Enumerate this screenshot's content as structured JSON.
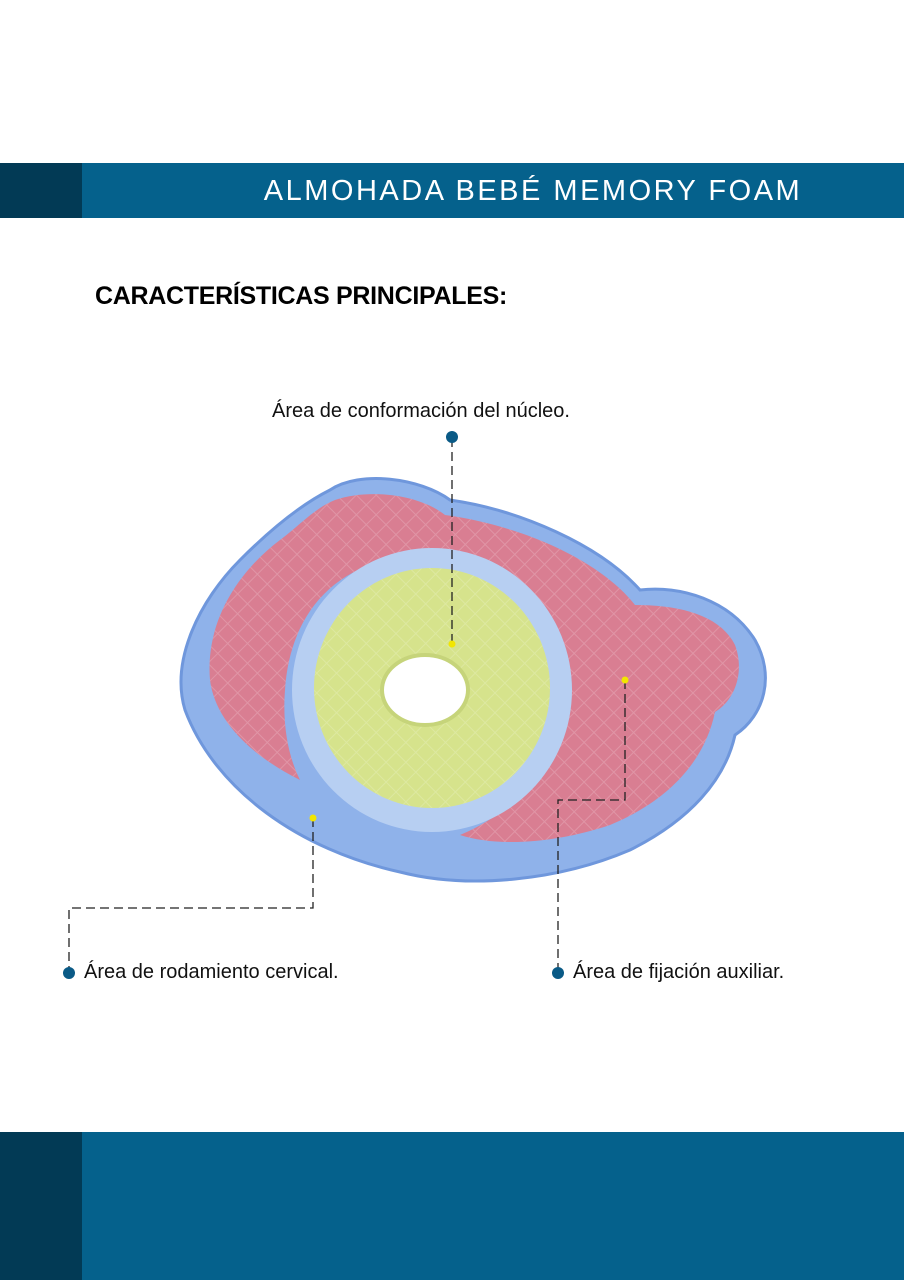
{
  "header": {
    "title": "ALMOHADA BEBÉ MEMORY FOAM"
  },
  "section": {
    "heading": "CARACTERÍSTICAS PRINCIPALES:"
  },
  "callouts": {
    "core": "Área de conformación del núcleo.",
    "cervical": "Área de rodamiento cervical.",
    "auxiliary": "Área de fijación auxiliar."
  },
  "colors": {
    "bar": "#05618c",
    "bar_dark": "#023a55",
    "dot": "#0a5a86",
    "marker": "#f2e600"
  }
}
